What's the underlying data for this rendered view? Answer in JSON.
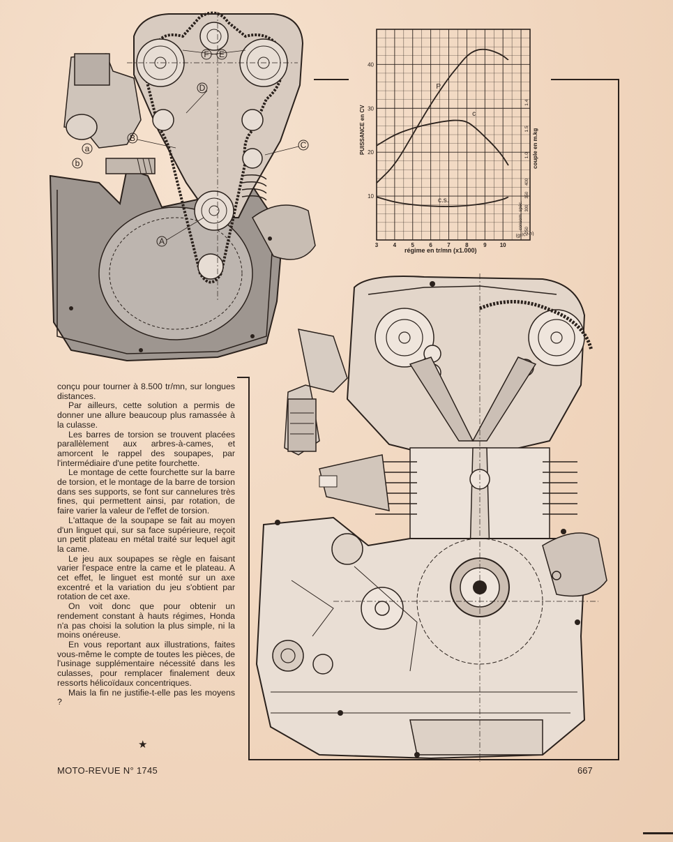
{
  "drawing_labels": {
    "timing": [
      "F",
      "E",
      "D",
      "B",
      "C",
      "a",
      "b",
      "A"
    ]
  },
  "chart": {
    "y_axis_left_label": "PUISSANCE en CV",
    "y_axis_right_label": "couple en m.kg",
    "y_axis_right_label_2": "consom. spéc.",
    "x_axis_label": "régime en tr/mn (x1.000)",
    "x_ticks": [
      "3",
      "4",
      "5",
      "6",
      "7",
      "8",
      "9",
      "10"
    ],
    "y_left_ticks": [
      "10",
      "20",
      "30",
      "40"
    ],
    "y_right_torque_ticks": [
      "1.0",
      "1.5",
      "1.4"
    ],
    "y_right_cons_ticks": [
      "400",
      "350",
      "300",
      "250"
    ],
    "unit_box": "(gr/cv-h)",
    "curve_labels": {
      "power": "P",
      "torque": "c",
      "consumption": "c.s."
    }
  },
  "chart_data": {
    "type": "line",
    "xlabel": "régime en tr/mn (x1.000)",
    "ylabel": "PUISSANCE en CV",
    "xlim": [
      3,
      11.5
    ],
    "ylim": [
      0,
      48
    ],
    "series": [
      {
        "name": "P",
        "x": [
          3,
          4,
          5,
          6,
          7,
          7.5,
          8,
          8.5,
          9,
          9.5,
          10,
          10.3
        ],
        "y": [
          13,
          17,
          24,
          31,
          37,
          39.5,
          42,
          43.3,
          43.5,
          43,
          42,
          41
        ]
      },
      {
        "name": "c",
        "x": [
          3,
          4,
          5,
          6,
          7,
          7.5,
          8,
          8.5,
          9,
          9.5,
          10,
          10.3
        ],
        "y": [
          21.5,
          24,
          25.5,
          26.5,
          27.2,
          27.3,
          27,
          25.5,
          23.5,
          21.5,
          19,
          17
        ]
      },
      {
        "name": "c.s.",
        "x": [
          3,
          4,
          5,
          6,
          7,
          8,
          9,
          10,
          10.3
        ],
        "y": [
          9.8,
          8.6,
          8,
          7.7,
          7.6,
          7.8,
          8.3,
          9.2,
          9.8
        ]
      }
    ]
  },
  "article": {
    "paragraphs": [
      "conçu pour tourner à 8.500 tr/mn, sur longues distances.",
      "Par ailleurs, cette solution a permis de donner une allure beaucoup plus ramassée à la culasse.",
      "Les barres de torsion se trouvent placées parallèlement aux arbres-à-cames, et amorcent le rappel des soupapes, par l'intermédiaire d'une petite fourchette.",
      "Le montage de cette fourchette sur la barre de torsion, et le montage de la barre de torsion dans ses supports, se font sur cannelures très fines, qui permettent ainsi, par rotation, de faire varier la valeur de l'effet de torsion.",
      "L'attaque de la soupape se fait au moyen d'un linguet qui, sur sa face supérieure, reçoit un petit plateau en métal traité sur lequel agit la came.",
      "Le jeu aux soupapes se règle en faisant varier l'espace entre la came et le plateau. A cet effet, le linguet est monté sur un axe excentré et la variation du jeu s'obtient par rotation de cet axe.",
      "On voit donc que pour obtenir un rendement constant à hauts régimes, Honda n'a pas choisi la solution la plus simple, ni la moins onéreuse.",
      "En vous reportant aux illustrations, faites vous-même le compte de toutes les pièces, de l'usinage supplémentaire nécessité dans les culasses, pour remplacer finalement deux ressorts hélicoïdaux concentriques.",
      "Mais la fin ne justifie-t-elle pas les moyens ?"
    ],
    "star": "★"
  },
  "footer": {
    "magazine": "MOTO-REVUE N° 1745",
    "page_number": "667"
  },
  "colors": {
    "paper": "#f2d9c2",
    "ink": "#2a211c",
    "drawing_fill": "#a9a19c"
  }
}
